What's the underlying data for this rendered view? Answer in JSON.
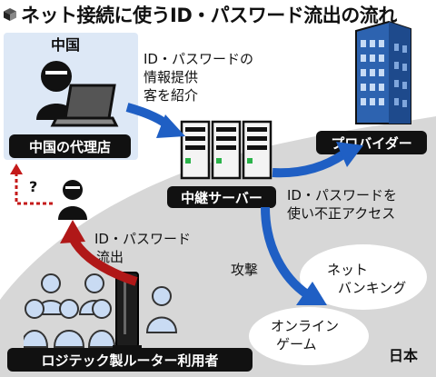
{
  "title": "ネット接続に使うID・パスワード流出の流れ",
  "icons": [
    "cube-icon",
    "hacker-icon",
    "laptop-icon",
    "building-icon",
    "server-icon",
    "router-icon",
    "user-group-icon",
    "cloud-icon",
    "arrow-icon"
  ],
  "colors": {
    "red_arrow": "#b01818",
    "blue_arrow": "#1f5fc4",
    "china_box": "#dde8f6",
    "building": "#2d63b0",
    "gray_region": "#d7d7d7",
    "user_fill": "#c9dbf3"
  },
  "nodes": {
    "china_region": "中国",
    "china_agent": "中国の代理店",
    "relay_server": "中継サーバー",
    "provider": "プロバイダー",
    "router_users": "ロジテック製ルーター利用者",
    "japan_region": "日本",
    "question": "?"
  },
  "edges": {
    "introduce_1": "ID・パスワードの",
    "introduce_2": "情報提供",
    "introduce_3": "客を紹介",
    "illegal_1": "ID・パスワードを",
    "illegal_2": "使い不正アクセス",
    "leak_1": "ID・パスワード",
    "leak_2": "流出",
    "attack": "攻撃"
  },
  "clouds": {
    "netbank_1": "ネット",
    "netbank_2": "バンキング",
    "online_1": "オンライン",
    "online_2": "ゲーム"
  }
}
